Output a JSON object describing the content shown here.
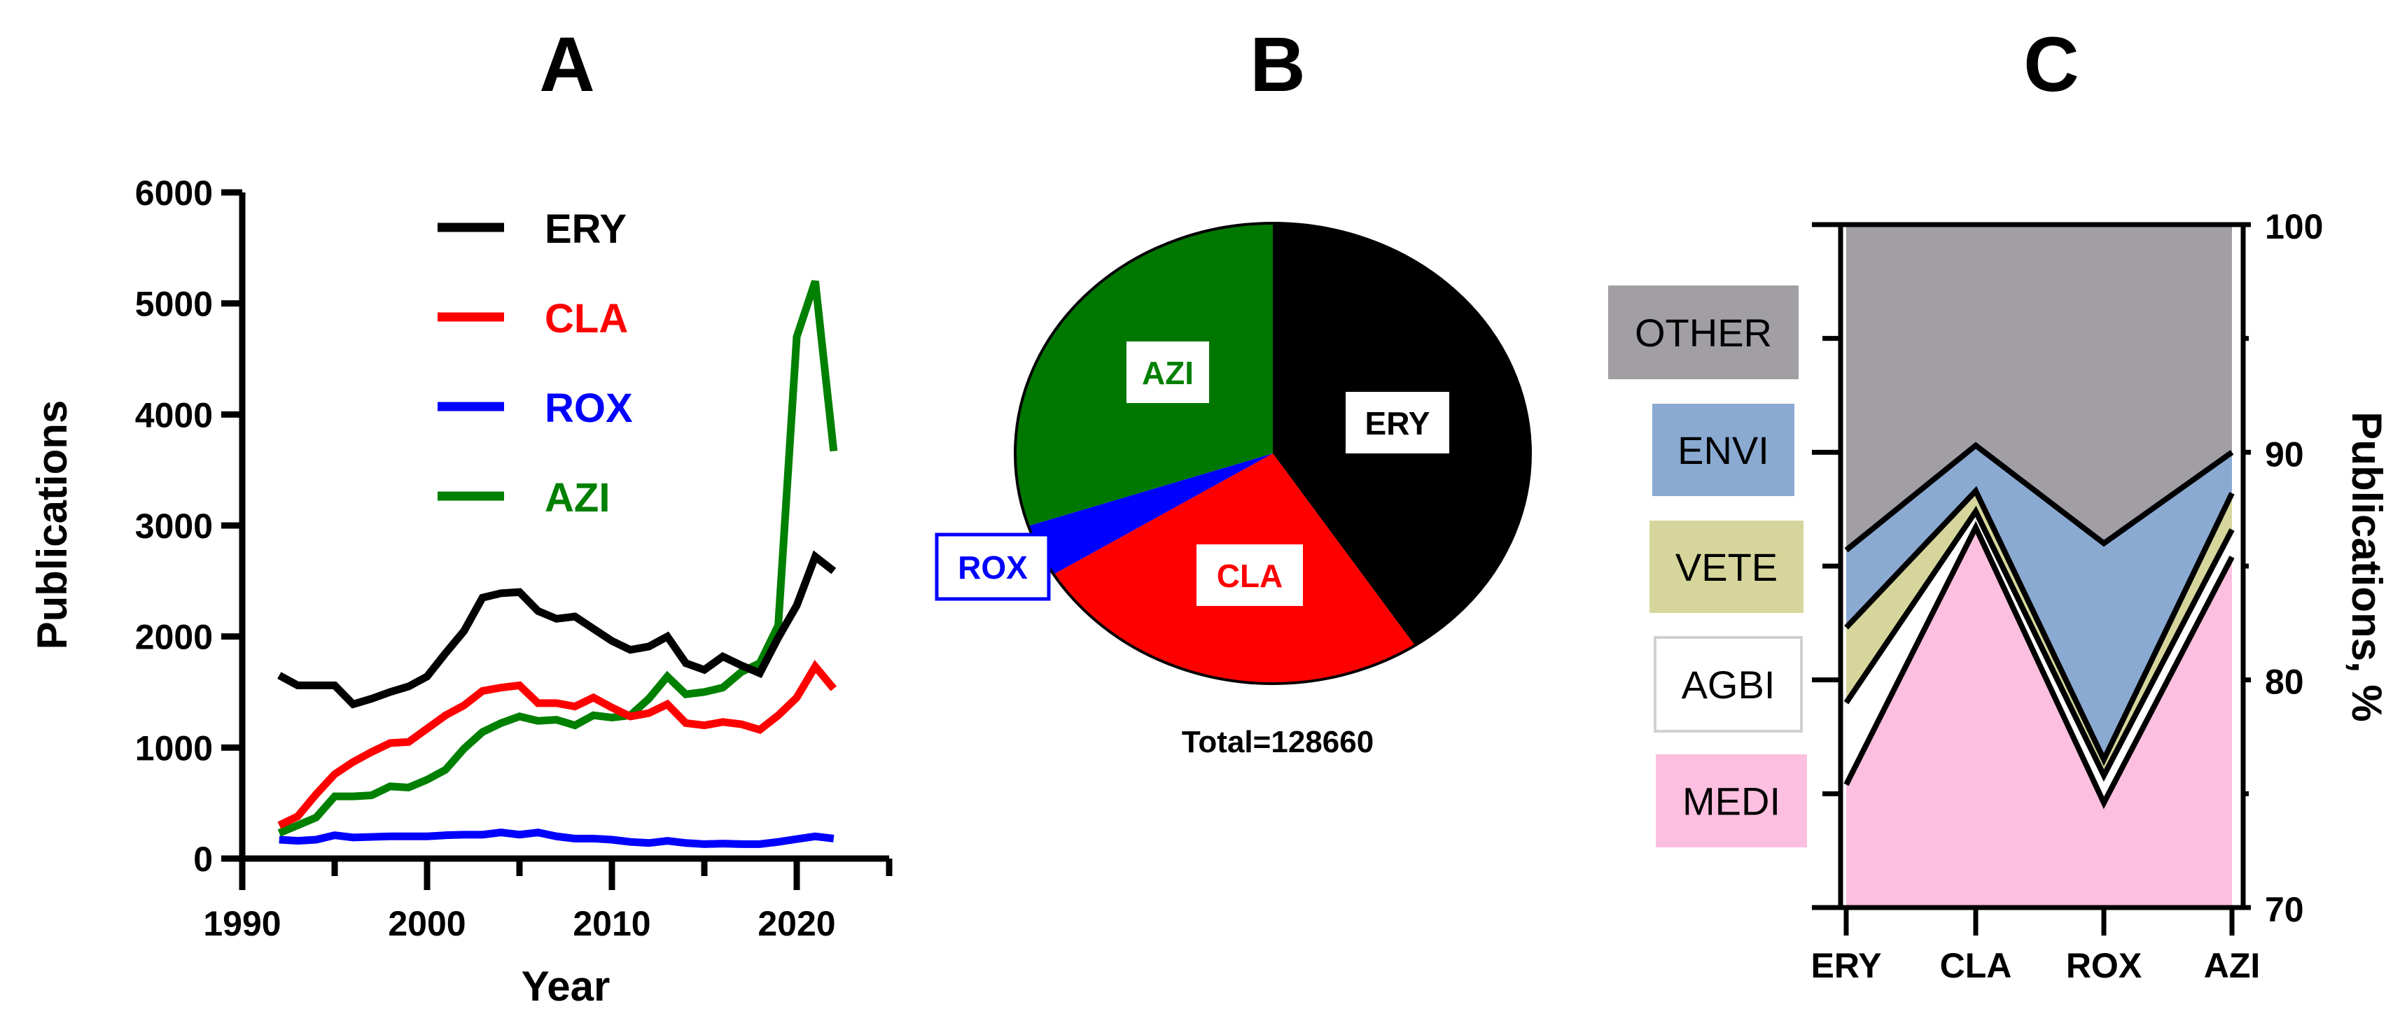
{
  "chart_data": [
    {
      "panel_label": "A",
      "type": "line",
      "xlabel": "Year",
      "ylabel": "Publications",
      "xlim": [
        1990,
        2025
      ],
      "ylim": [
        0,
        6000
      ],
      "xticks": [
        1990,
        2000,
        2010,
        2020
      ],
      "yticks": [
        0,
        1000,
        2000,
        3000,
        4000,
        5000,
        6000
      ],
      "grid": false,
      "legend": "top-center",
      "x": [
        1992,
        1993,
        1994,
        1995,
        1996,
        1997,
        1998,
        1999,
        2000,
        2001,
        2002,
        2003,
        2004,
        2005,
        2006,
        2007,
        2008,
        2009,
        2010,
        2011,
        2012,
        2013,
        2014,
        2015,
        2016,
        2017,
        2018,
        2019,
        2020,
        2021,
        2022
      ],
      "series": [
        {
          "name": "ERY",
          "color": "#000000",
          "values": [
            1650,
            1560,
            1560,
            1560,
            1390,
            1440,
            1500,
            1550,
            1640,
            1850,
            2050,
            2350,
            2390,
            2400,
            2230,
            2160,
            2180,
            2070,
            1960,
            1880,
            1910,
            2000,
            1760,
            1700,
            1820,
            1740,
            1670,
            1990,
            2280,
            2720,
            2590
          ]
        },
        {
          "name": "CLA",
          "color": "#ff0000",
          "values": [
            300,
            380,
            580,
            760,
            870,
            960,
            1040,
            1050,
            1170,
            1290,
            1380,
            1510,
            1540,
            1560,
            1400,
            1400,
            1370,
            1450,
            1360,
            1280,
            1310,
            1390,
            1220,
            1200,
            1230,
            1210,
            1160,
            1290,
            1450,
            1730,
            1530
          ]
        },
        {
          "name": "ROX",
          "color": "#0000ff",
          "values": [
            170,
            160,
            170,
            210,
            190,
            195,
            200,
            200,
            200,
            210,
            215,
            215,
            235,
            215,
            235,
            200,
            180,
            180,
            170,
            150,
            140,
            160,
            140,
            130,
            135,
            130,
            130,
            150,
            175,
            200,
            180
          ]
        },
        {
          "name": "AZI",
          "color": "#008000",
          "values": [
            230,
            300,
            370,
            560,
            560,
            570,
            650,
            640,
            710,
            800,
            990,
            1140,
            1220,
            1280,
            1240,
            1250,
            1200,
            1290,
            1270,
            1290,
            1440,
            1640,
            1480,
            1500,
            1540,
            1680,
            1760,
            2100,
            4700,
            5200,
            3670
          ]
        }
      ]
    },
    {
      "panel_label": "B",
      "type": "pie",
      "annotation": "Total=128660",
      "slices": [
        {
          "label": "ERY",
          "color": "#000000",
          "percent": 40.7
        },
        {
          "label": "CLA",
          "color": "#ff0000",
          "percent": 25.5
        },
        {
          "label": "ROX",
          "color": "#0000ff",
          "percent": 3.7
        },
        {
          "label": "AZI",
          "color": "#007800",
          "percent": 30.1
        }
      ]
    },
    {
      "panel_label": "C",
      "type": "area",
      "stacked": true,
      "ylabel": "Publications, %",
      "ylim": [
        70,
        100
      ],
      "yticks": [
        70,
        80,
        90,
        100
      ],
      "categories": [
        "ERY",
        "CLA",
        "ROX",
        "AZI"
      ],
      "legend": "left",
      "series": [
        {
          "name": "MEDI",
          "color": "#fdbfdf",
          "cumulative_top": [
            75.4,
            86.7,
            74.6,
            85.4
          ]
        },
        {
          "name": "AGBI",
          "color": "#ffffff",
          "cumulative_top": [
            79.0,
            87.4,
            75.8,
            86.6
          ]
        },
        {
          "name": "VETE",
          "color": "#d6d69c",
          "cumulative_top": [
            82.3,
            88.3,
            76.5,
            88.2
          ]
        },
        {
          "name": "ENVI",
          "color": "#8aaad2",
          "cumulative_top": [
            85.7,
            90.3,
            86.0,
            90.0
          ]
        },
        {
          "name": "OTHER",
          "color": "#a19fa4",
          "cumulative_top": [
            100,
            100,
            100,
            100
          ]
        }
      ]
    }
  ]
}
